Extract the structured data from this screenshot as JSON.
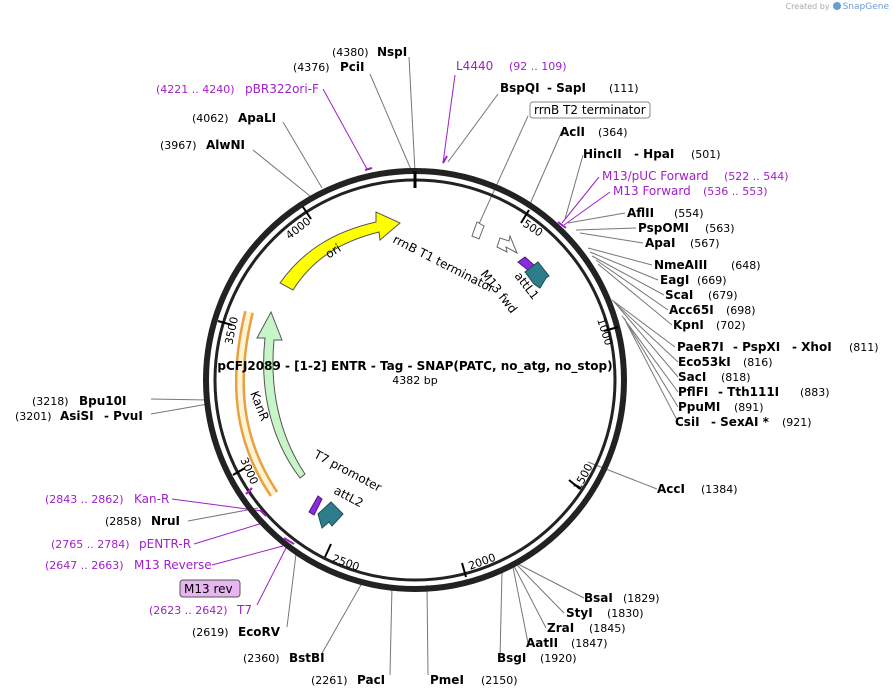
{
  "credit": {
    "prefix": "Created by",
    "brand": "SnapGene"
  },
  "plasmid": {
    "name": "pCFJ2089 - [1-2] ENTR - Tag - SNAP(PATC, no_atg, no_stop)",
    "size": "4382 bp"
  },
  "ticks": [
    "500",
    "1000",
    "1500",
    "2000",
    "2500",
    "3000",
    "3500",
    "4000"
  ],
  "features": {
    "ori": "ori",
    "kanr": "KanR",
    "rrnb_t1": "rrnB T1 terminator",
    "m13fwd": "M13 fwd",
    "attl1": "attL1",
    "t7promoter": "T7 promoter",
    "attl2": "attL2",
    "rrnb_t2": "rrnB T2 terminator",
    "m13rev": "M13 rev"
  },
  "enzymes": {
    "nspi": {
      "name": "NspI",
      "pos": "(4380)"
    },
    "pcii": {
      "name": "PciI",
      "pos": "(4376)"
    },
    "apali": {
      "name": "ApaLI",
      "pos": "(4062)"
    },
    "alwni": {
      "name": "AlwNI",
      "pos": "(3967)"
    },
    "bspqi": {
      "name": "BspQI",
      "name2": "- SapI",
      "pos": "(111)"
    },
    "acli": {
      "name": "AclI",
      "pos": "(364)"
    },
    "hincii": {
      "name": "HincII",
      "name2": "- HpaI",
      "pos": "(501)"
    },
    "afiii": {
      "name": "AflII",
      "pos": "(554)"
    },
    "pspomi": {
      "name": "PspOMI",
      "pos": "(563)"
    },
    "apai": {
      "name": "ApaI",
      "pos": "(567)"
    },
    "nmeaiii": {
      "name": "NmeAIII",
      "pos": "(648)"
    },
    "eagi": {
      "name": "EagI",
      "pos": "(669)"
    },
    "scai": {
      "name": "ScaI",
      "pos": "(679)"
    },
    "acc65i": {
      "name": "Acc65I",
      "pos": "(698)"
    },
    "kpni": {
      "name": "KpnI",
      "pos": "(702)"
    },
    "paer7i": {
      "name": "PaeR7I",
      "name2": "- PspXI",
      "name3": "- XhoI",
      "pos": "(811)"
    },
    "eco53ki": {
      "name": "Eco53kI",
      "pos": "(816)"
    },
    "saci": {
      "name": "SacI",
      "pos": "(818)"
    },
    "pflfi": {
      "name": "PflFI",
      "name2": "- Tth111I",
      "pos": "(883)"
    },
    "ppumi": {
      "name": "PpuMI",
      "pos": "(891)"
    },
    "csii": {
      "name": "CsiI",
      "name2": "- SexAI *",
      "pos": "(921)"
    },
    "acci": {
      "name": "AccI",
      "pos": "(1384)"
    },
    "bsai": {
      "name": "BsaI",
      "pos": "(1829)"
    },
    "styi": {
      "name": "StyI",
      "pos": "(1830)"
    },
    "zrai": {
      "name": "ZraI",
      "pos": "(1845)"
    },
    "aatii": {
      "name": "AatII",
      "pos": "(1847)"
    },
    "bsgi": {
      "name": "BsgI",
      "pos": "(1920)"
    },
    "pmei": {
      "name": "PmeI",
      "pos": "(2150)"
    },
    "paci": {
      "name": "PacI",
      "pos": "(2261)"
    },
    "bstbi": {
      "name": "BstBI",
      "pos": "(2360)"
    },
    "ecorv": {
      "name": "EcoRV",
      "pos": "(2619)"
    },
    "nrui": {
      "name": "NruI",
      "pos": "(2858)"
    },
    "asisi": {
      "name": "AsiSI",
      "name2": "- PvuI",
      "pos": "(3201)"
    },
    "bpu10i": {
      "name": "Bpu10I",
      "pos": "(3218)"
    }
  },
  "primers": {
    "pbr322": {
      "name": "pBR322ori-F",
      "range": "(4221 .. 4240)"
    },
    "l4440": {
      "name": "L4440",
      "range": "(92 .. 109)"
    },
    "m13puc": {
      "name": "M13/pUC Forward",
      "range": "(522 .. 544)"
    },
    "m13f": {
      "name": "M13 Forward",
      "range": "(536 .. 553)"
    },
    "kanr": {
      "name": "Kan-R",
      "range": "(2843 .. 2862)"
    },
    "pentrr": {
      "name": "pENTR-R",
      "range": "(2765 .. 2784)"
    },
    "m13r": {
      "name": "M13 Reverse",
      "range": "(2647 .. 2663)"
    },
    "t7": {
      "name": "T7",
      "range": "(2623 .. 2642)"
    }
  },
  "colors": {
    "backbone": "#222222",
    "ori": "#ffff00",
    "kanr": "#c8f5c8",
    "kanr_outline": "#e8a040",
    "att": "#2e7d8c",
    "primer": "#a020c8",
    "m13rev_box": "#e7b6f0"
  }
}
